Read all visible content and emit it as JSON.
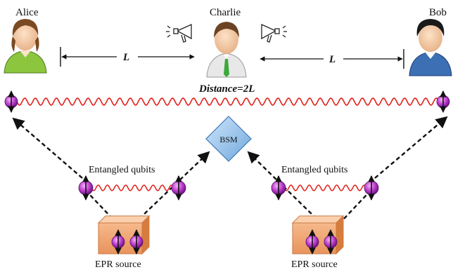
{
  "parties": {
    "alice": "Alice",
    "charlie": "Charlie",
    "bob": "Bob"
  },
  "distance_label_left": "L",
  "distance_label_right": "L",
  "total_distance": "Distance=2L",
  "bsm_label": "BSM",
  "entangled_left": "Entangled qubits",
  "entangled_right": "Entangled qubits",
  "epr_left": "EPR source",
  "epr_right": "EPR source",
  "icons": {
    "people": "person-avatar-icon",
    "announce": "megaphone-icon",
    "qubit": "qubit-icon"
  },
  "colors": {
    "entanglement_wave": "#e0201a",
    "qubit": "#b02fc0",
    "bsm": "#7fb8e8",
    "epr_box": "#f0a070",
    "alice_shirt": "#8cc63f",
    "bob_shirt": "#3d6fb5"
  }
}
